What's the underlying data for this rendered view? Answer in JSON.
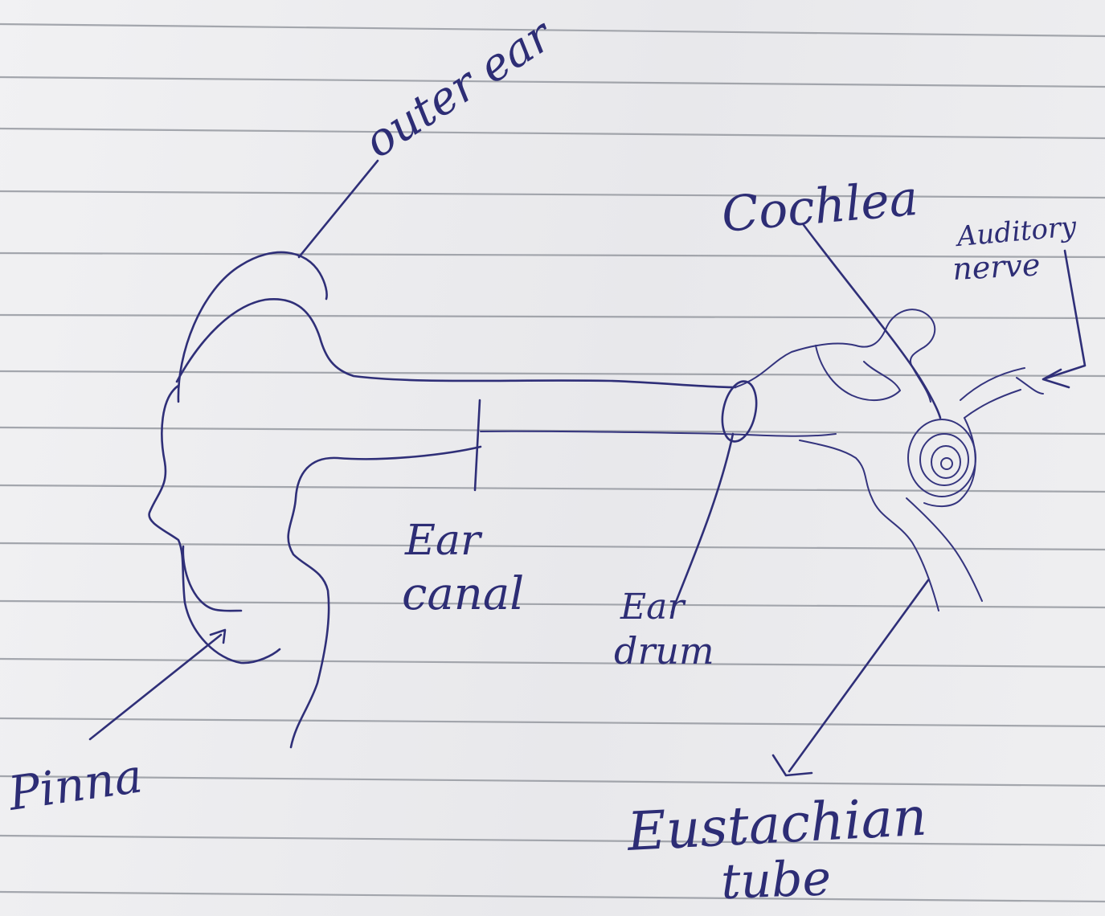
{
  "labels": {
    "outer_ear": "outer ear",
    "cochlea": "Cochlea",
    "auditory_nerve_line1": "Auditory",
    "auditory_nerve_line2": "nerve",
    "ear_canal_line1": "Ear",
    "ear_canal_line2": "canal",
    "ear_drum_line1": "Ear",
    "ear_drum_line2": "drum",
    "pinna": "Pinna",
    "eustachian_line1": "Eustachian",
    "eustachian_line2": "tube"
  },
  "colors": {
    "ink": "#2f2f78",
    "paper": "#ececef",
    "ruled_lines": "#8a8d96"
  }
}
